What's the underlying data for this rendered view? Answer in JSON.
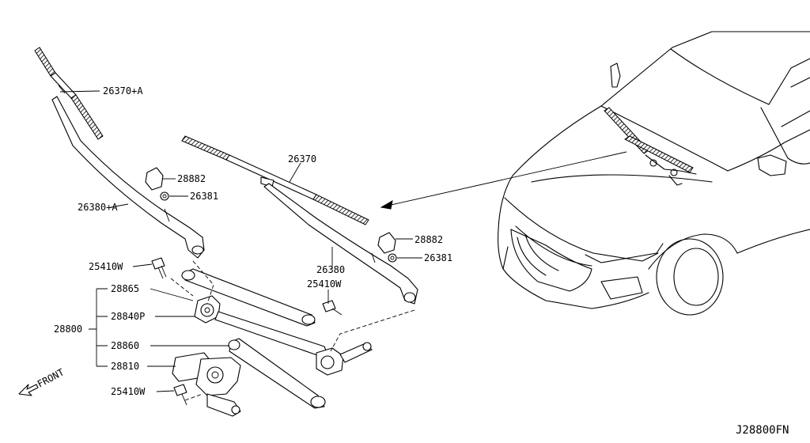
{
  "diagram_code": "J28800FN",
  "front_label": "FRONT",
  "parts": {
    "blade_passenger": "26370+A",
    "blade_driver": "26370",
    "arm_passenger": "26380+A",
    "arm_driver": "26380",
    "cap_passenger": "28882",
    "nut_passenger": "26381",
    "cap_driver": "28882",
    "nut_driver": "26381",
    "bolt_upper": "25410W",
    "bolt_middle": "25410W",
    "bolt_lower": "25410W",
    "drive_assembly": "28800",
    "link_28865": "28865",
    "pivot_28840p": "28840P",
    "link_28860": "28860",
    "motor_28810": "28810"
  }
}
